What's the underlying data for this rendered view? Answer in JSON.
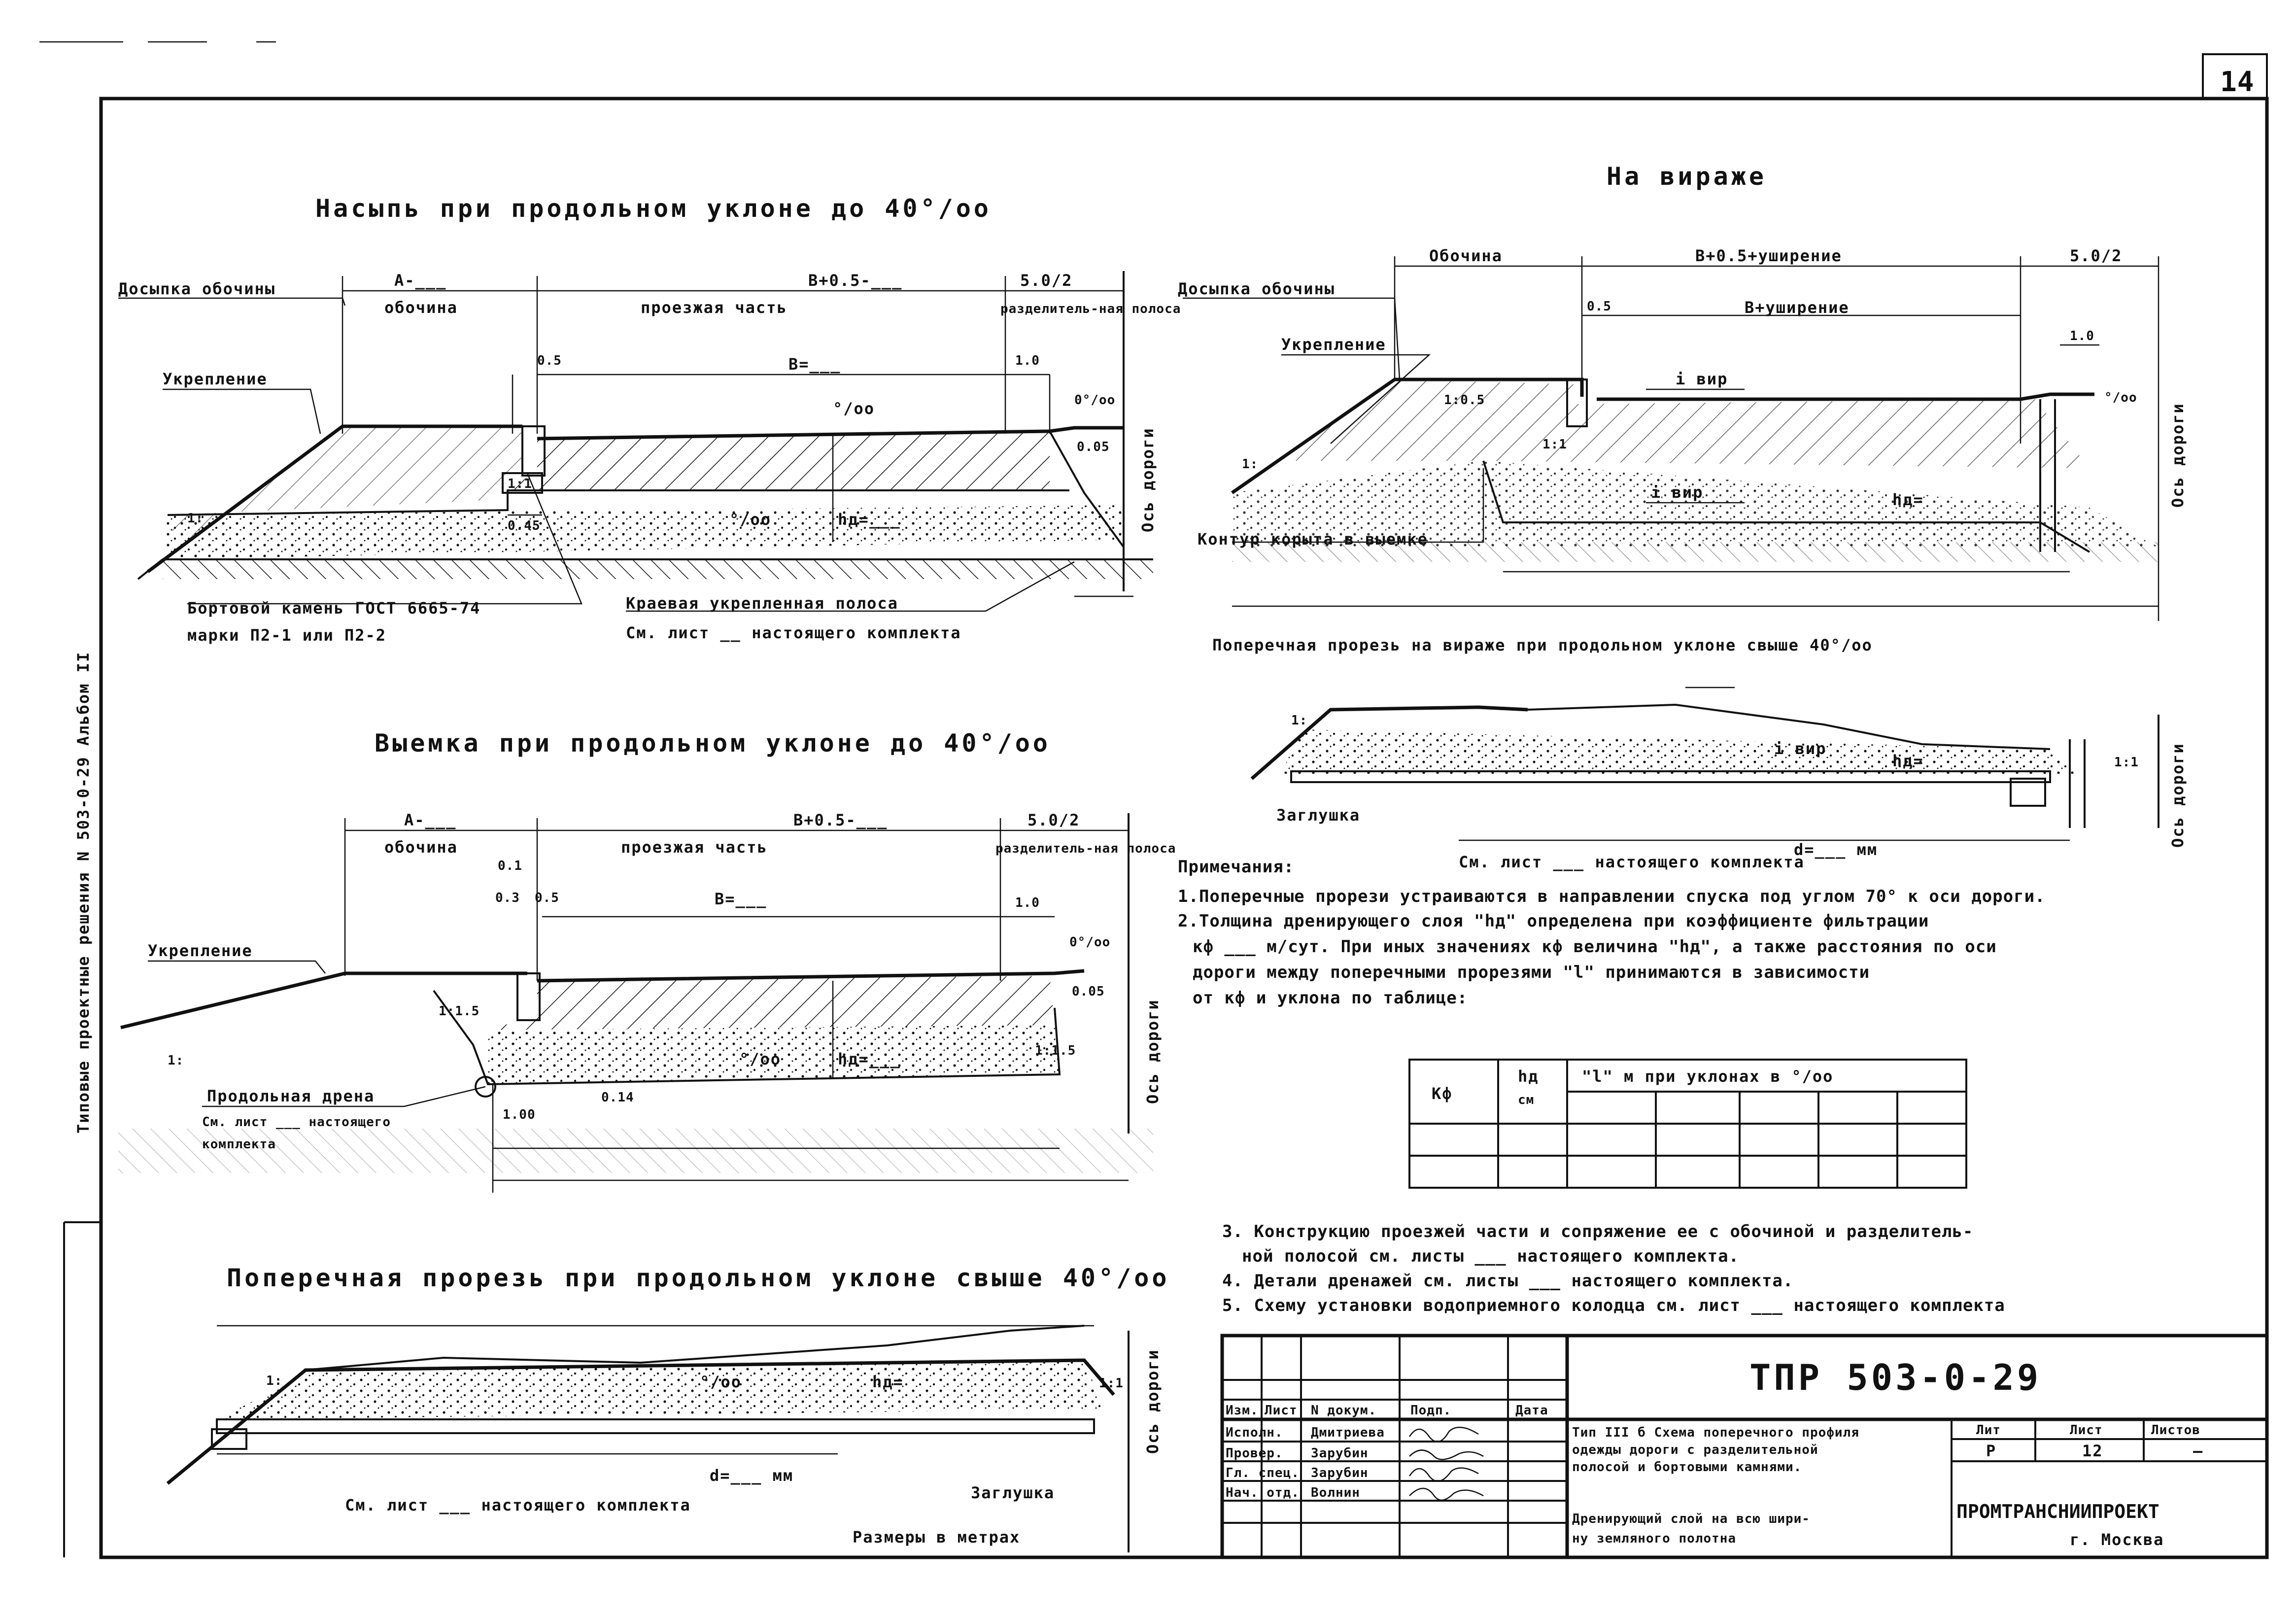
{
  "sheet_number": "14",
  "side_title": "Типовые проектные решения N 503-0-29    Альбом II",
  "scale_note": "Размеры в метрах",
  "s1": {
    "title": "Насыпь при продольном уклоне до 40°/оо",
    "dosypka": "Досыпка обочины",
    "ukreplenie": "Укрепление",
    "a_dim": "А-___",
    "obochina": "обочина",
    "b05": "В+0.5-___",
    "proezzhaya": "проезжая часть",
    "half_div": "5.0/2",
    "razdelit": "разделитель-ная полоса",
    "d05": "0.5",
    "b_eq": "В=___",
    "d10": "1.0",
    "slope": "°/оо",
    "slope0": "0°/оо",
    "d005": "0.05",
    "r11": "1:1",
    "r1": "1:",
    "d045": "0.45",
    "hd": "hд=___",
    "os_dorogi": "Ось дороги",
    "bort1": "Бортовой камень ГОСТ 6665-74",
    "bort2": "марки П2-1 или П2-2",
    "krai1": "Краевая укрепленная полоса",
    "krai2": "См. лист __ настоящего комплекта"
  },
  "s2": {
    "title": "Выемка при продольном уклоне до 40°/оо",
    "a_dim": "А-___",
    "obochina": "обочина",
    "d01": "0.1",
    "d03": "0.3",
    "d05": "0.5",
    "b05": "В+0.5-___",
    "proezzhaya": "проезжая часть",
    "b_eq": "В=___",
    "half_div": "5.0/2",
    "razdelit": "разделитель-ная полоса",
    "d10": "1.0",
    "slope0": "0°/оо",
    "d005": "0.05",
    "ukreplenie": "Укрепление",
    "r15": "1:1.5",
    "r1": "1:",
    "slope": "°/оо",
    "hd": "hд=___",
    "d014": "0.14",
    "d100": "1.00",
    "r15b": "1:1.5",
    "os_dorogi": "Ось дороги",
    "drena1": "Продольная дрена",
    "drena2": "См. лист ___ настоящего",
    "drena3": "комплекта"
  },
  "s3": {
    "title": "Поперечная прорезь при продольном уклоне свыше 40°/оо",
    "slope": "°/оо",
    "hd": "hд=",
    "d": "d=___ мм",
    "sm": "См. лист ___ настоящего комплекта",
    "zaglushka": "Заглушка",
    "os_dorogi": "Ось дороги",
    "r1": "1:",
    "r11": "1:1"
  },
  "s4": {
    "title": "На вираже",
    "dosypka": "Досыпка обочины",
    "obochina": "Обочина",
    "b05_u": "В+0.5+уширение",
    "half_div": "5.0/2",
    "d05": "0.5",
    "b_u": "В+уширение",
    "d10": "1.0",
    "ukreplenie": "Укрепление",
    "i_vir": "i вир",
    "slope": "°/оо",
    "r15": "1:0.5",
    "r11": "1:1",
    "r1": "1:",
    "hd": "hд=",
    "kontur": "Контур корыта в выемке",
    "os_dorogi": "Ось дороги"
  },
  "s5": {
    "title": "Поперечная прорезь на вираже при продольном уклоне свыше 40°/оо",
    "i_vir": "i вир",
    "hd": "hд=",
    "zaglushka": "Заглушка",
    "sm": "См. лист ___ настоящего комплекта",
    "d": "d=___ мм",
    "os_dorogi": "Ось дороги",
    "r1": "1:",
    "r11": "1:1"
  },
  "notes": {
    "heading": "Примечания:",
    "n1": "1.Поперечные прорези устраиваются в направлении спуска под углом 70° к оси дороги.",
    "n2a": "2.Толщина дренирующего слоя \"hд\" определена при коэффициенте фильтрации",
    "n2b": "кф ___ м/сут. При иных значениях кф величина \"hд\", а также расстояния по оси",
    "n2c": "дороги между поперечными прорезями \"l\" принимаются в зависимости",
    "n2d": "от кф и уклона по таблице:",
    "n3a": "3. Конструкцию проезжей части и сопряжение ее с обочиной и разделитель-",
    "n3b": "ной полосой см. листы ___ настоящего комплекта.",
    "n4": "4. Детали дренажей см. листы ___ настоящего комплекта.",
    "n5": "5. Схему установки водоприемного колодца см. лист ___ настоящего комплекта"
  },
  "table": {
    "col1": "Кф",
    "col2a": "hд",
    "col2b": "см",
    "col3": "\"l\" м при уклонах в °/оо"
  },
  "stamp": {
    "code": "ТПР 503-0-29",
    "h_izm": "Изм.",
    "h_list": "Лист",
    "h_dok": "N докум.",
    "h_podp": "Подп.",
    "h_data": "Дата",
    "r1_role": "Исполн.",
    "r1_name": "Дмитриева",
    "r2_role": "Провер.",
    "r2_name": "Зарубин",
    "r3_role": "Гл. спец.",
    "r3_name": "Зарубин",
    "r4_role": "Нач. отд.",
    "r4_name": "Волнин",
    "desc1": "Тип III б Схема поперечного профиля",
    "desc2": "одежды дороги с разделительной",
    "desc3": "полосой и бортовыми камнями.",
    "desc4": "Дренирующий слой на всю шири-",
    "desc5": "ну земляного полотна",
    "h_lit": "Лит",
    "h_sheet": "Лист",
    "h_sheets": "Листов",
    "lit": "Р",
    "sheet": "12",
    "sheets": "—",
    "org": "ПРОМТРАНСНИИПРОЕКТ",
    "city": "г. Москва"
  }
}
